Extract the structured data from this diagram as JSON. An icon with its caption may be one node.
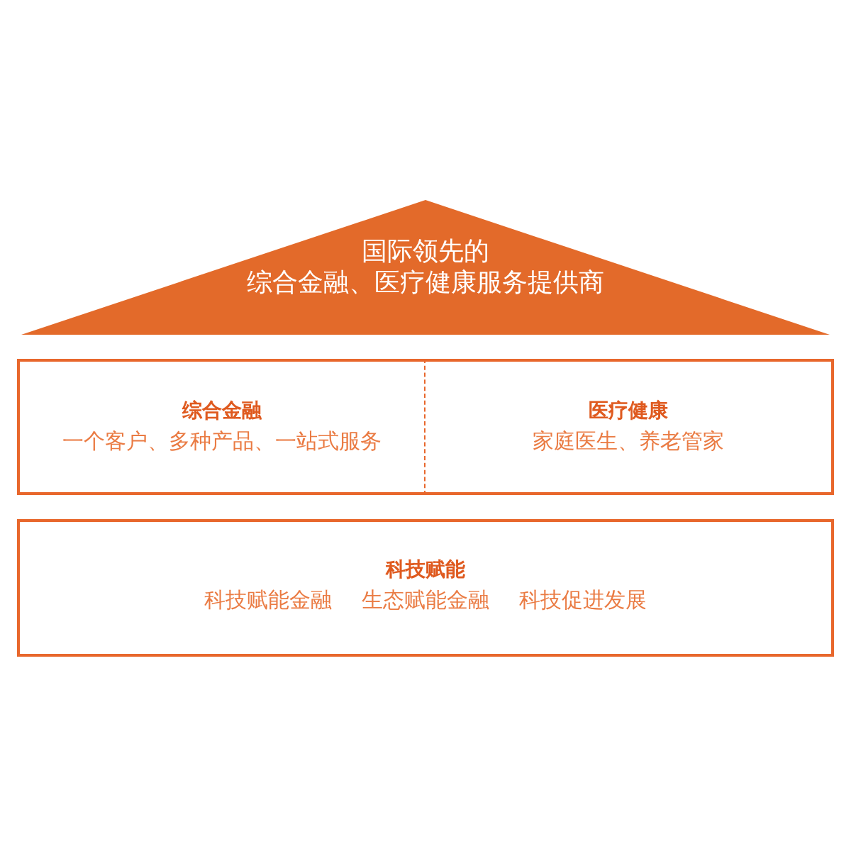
{
  "diagram": {
    "nodes": [
      {
        "text": [
          "国际领先的综合金融、医疗健康服务提供商"
        ]
      },
      {
        "text": [
          "综合金融",
          "一个客户、多种产品、一站式服务"
        ]
      },
      {
        "text": [
          "医疗健康",
          "家庭医生、养老管家"
        ]
      },
      {
        "text": [
          "科技赋能",
          "科技赋能金融",
          "生态赋能金融",
          "科技促进发展"
        ]
      }
    ]
  }
}
